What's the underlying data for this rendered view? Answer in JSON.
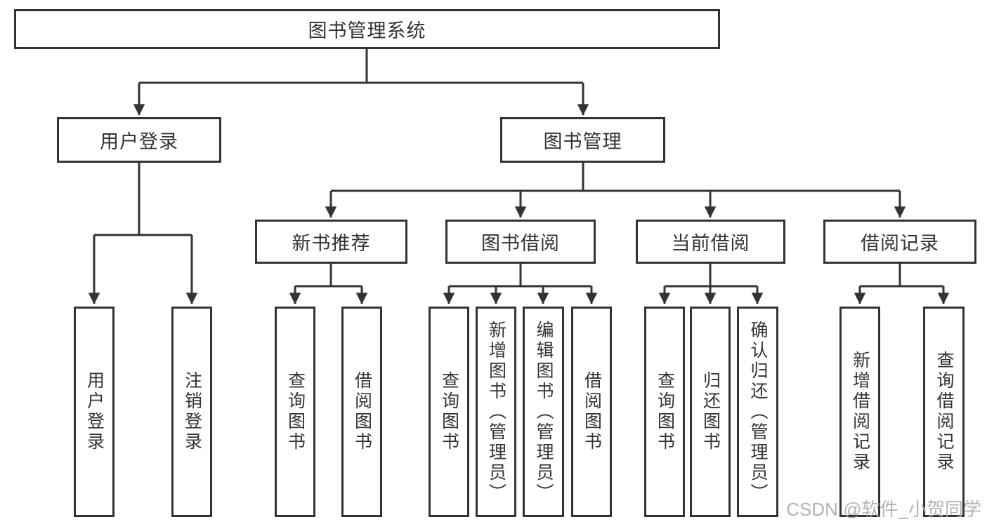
{
  "tree": {
    "label": "图书管理系统",
    "children": [
      {
        "label": "用户登录",
        "children": [
          {
            "label": "用户登录"
          },
          {
            "label": "注销登录"
          }
        ]
      },
      {
        "label": "图书管理",
        "children": [
          {
            "label": "新书推荐",
            "children": [
              {
                "label": "查询图书"
              },
              {
                "label": "借阅图书"
              }
            ]
          },
          {
            "label": "图书借阅",
            "children": [
              {
                "label": "查询图书"
              },
              {
                "label": "新增图书（管理员）"
              },
              {
                "label": "编辑图书（管理员）"
              },
              {
                "label": "借阅图书"
              }
            ]
          },
          {
            "label": "当前借阅",
            "children": [
              {
                "label": "查询图书"
              },
              {
                "label": "归还图书"
              },
              {
                "label": "确认归还（管理员）"
              }
            ]
          },
          {
            "label": "借阅记录",
            "children": [
              {
                "label": "新增借阅记录"
              },
              {
                "label": "查询借阅记录"
              }
            ]
          }
        ]
      }
    ]
  },
  "watermark": {
    "text": "CSDN @软件_小贺同学"
  },
  "colors": {
    "line": "#333333",
    "text": "#333333",
    "box_background": "#ffffff",
    "page_background": "#ffffff",
    "watermark": "#adadad"
  }
}
